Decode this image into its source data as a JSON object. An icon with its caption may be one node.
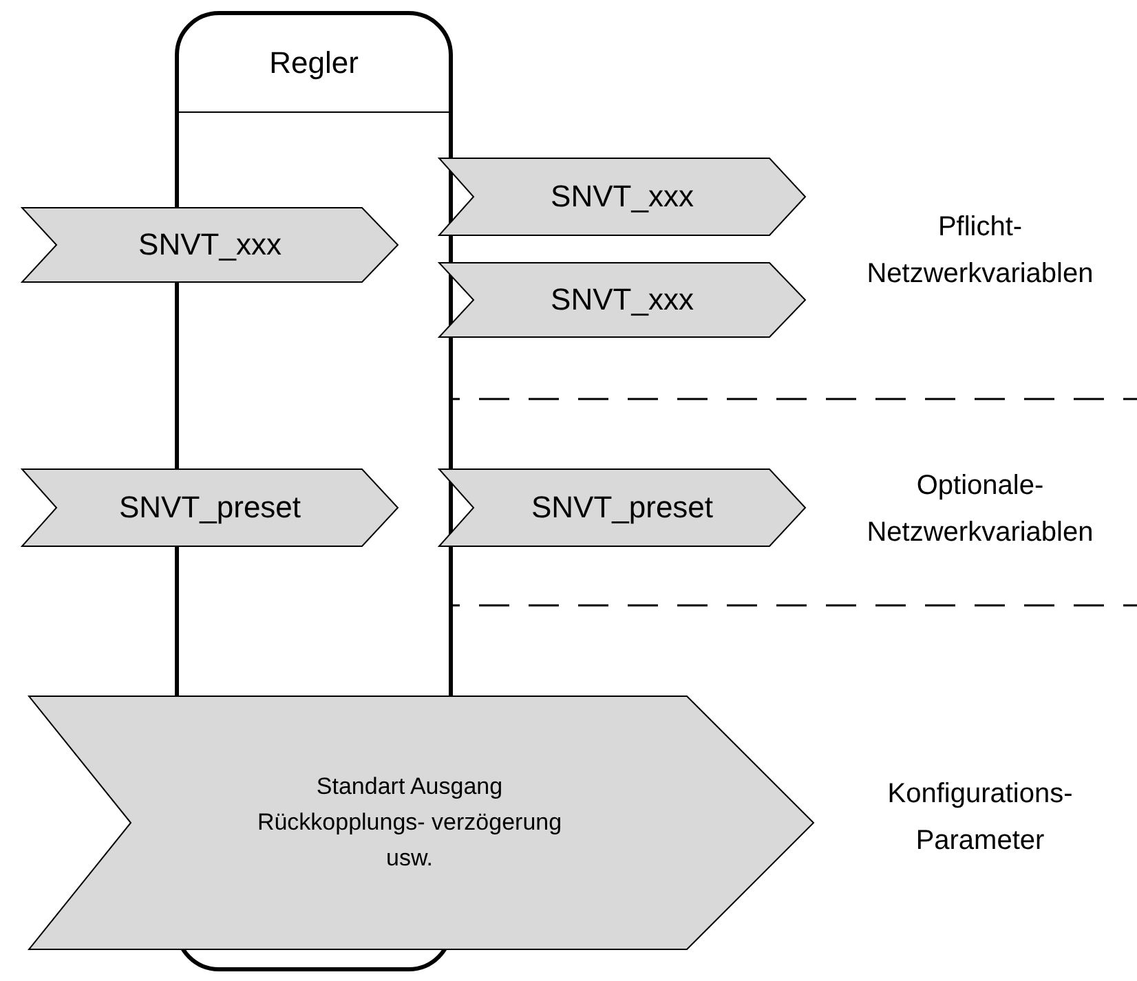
{
  "diagram": {
    "nodes": [
      {
        "text": [
          "Regler"
        ]
      },
      {
        "text": [
          "SNVT_xxx"
        ]
      },
      {
        "text": [
          "SNVT_xxx"
        ]
      },
      {
        "text": [
          "SNVT_xxx"
        ]
      },
      {
        "text": [
          "SNVT_preset"
        ]
      },
      {
        "text": [
          "SNVT_preset"
        ]
      },
      {
        "text": [
          "Standart Ausgang Rückkopplungs- verzögerung usw."
        ]
      }
    ],
    "edges": [],
    "labels": [
      "Pflicht- Netzwerkvariablen",
      "Optionale- Netzwerkvariablen",
      "Konfigurations- Parameter"
    ]
  }
}
